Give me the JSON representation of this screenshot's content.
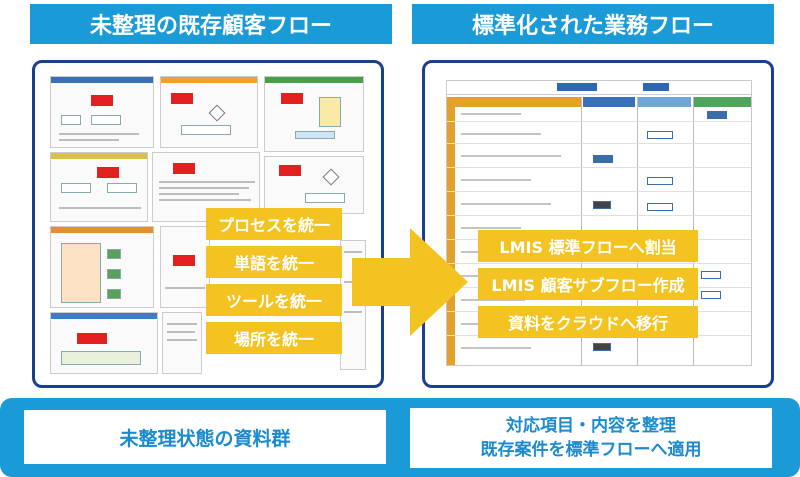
{
  "left_header": "未整理の既存顧客フロー",
  "right_header": "標準化された業務フロー",
  "unify_labels": [
    "プロセスを統一",
    "単語を統一",
    "ツールを統一",
    "場所を統一"
  ],
  "standard_labels": [
    "LMIS 標準フローへ割当",
    "LMIS 顧客サブフロー作成",
    "資料をクラウドへ移行"
  ],
  "bottom_left": "未整理状態の資料群",
  "bottom_right_line1": "対応項目・内容を整理",
  "bottom_right_line2": "既存案件を標準フローへ適用",
  "colors": {
    "header_blue": "#1a9ad6",
    "panel_border": "#1b3f8f",
    "label_yellow": "#f3c321",
    "arrow_yellow": "#f3c321",
    "bottom_text": "#1b8bd0"
  }
}
